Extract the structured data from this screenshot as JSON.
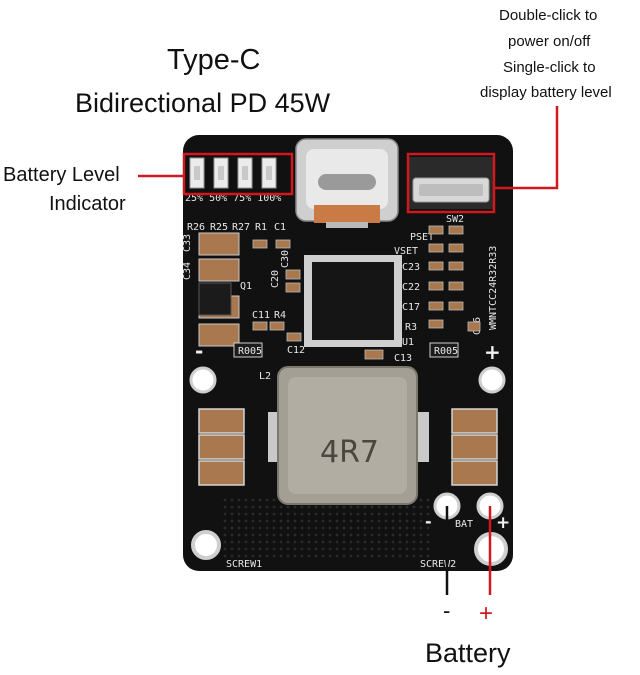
{
  "title_line1": "Type-C",
  "title_line2": "Bidirectional PD 45W",
  "battery_level_line1": "Battery Level",
  "battery_level_line2": "Indicator",
  "switch_note": [
    "Double-click to",
    "power on/off",
    "Single-click to",
    "display battery level"
  ],
  "battery_label": "Battery",
  "battery_minus": "-",
  "battery_plus": "+",
  "colors": {
    "callout_red": "#d0181f",
    "pcb_black": "#111111",
    "inductor_grey": "#a49f94",
    "smd_brown": "#a9784e"
  },
  "board": {
    "led_marks": "25% 50% 75% 100%",
    "inductor_code": "4R7",
    "switch_label": "SW2",
    "pset": "PSET",
    "vset": "VSET",
    "res_r005": "R005",
    "screw1": "SCREW1",
    "screw2": "SCREW2",
    "bat_label": "BAT",
    "pol_minus": "-",
    "pol_plus": "+",
    "vertical_code": "WMNTCC24R32R33",
    "refs": {
      "r26": "R26",
      "r25": "R25",
      "r27": "R27",
      "r1": "R1",
      "c1": "C1",
      "c34": "C34",
      "c33": "C33",
      "q1": "Q1",
      "c30": "C30",
      "c20": "C20",
      "c11": "C11",
      "r4": "R4",
      "c12": "C12",
      "l2": "L2",
      "c13": "C13",
      "c23": "C23",
      "c22": "C22",
      "c17": "C17",
      "r3": "R3",
      "u1": "U1",
      "c16": "C16"
    }
  }
}
